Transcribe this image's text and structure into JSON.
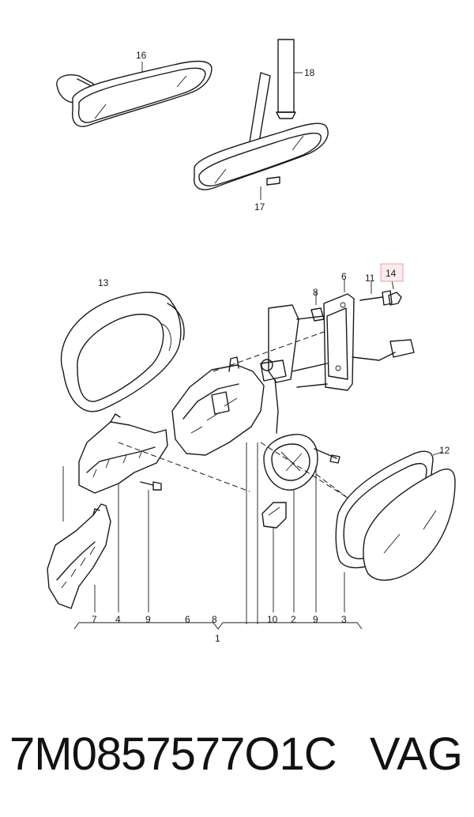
{
  "diagram": {
    "callouts": {
      "c16": "16",
      "c18": "18",
      "c17": "17",
      "c13": "13",
      "c8top": "8",
      "c6top": "6",
      "c11": "11",
      "c14": "14",
      "c12": "12",
      "b7": "7",
      "b4": "4",
      "b9a": "9",
      "b6": "6",
      "b8": "8",
      "b10": "10",
      "b2": "2",
      "b9b": "9",
      "b3": "3",
      "b1": "1"
    },
    "highlighted_callout": "14",
    "highlight_color": "#e8a0a8",
    "highlight_fill": "#fbecee"
  },
  "footer": {
    "part_number": "7M0857577O1C",
    "brand": "VAG"
  }
}
